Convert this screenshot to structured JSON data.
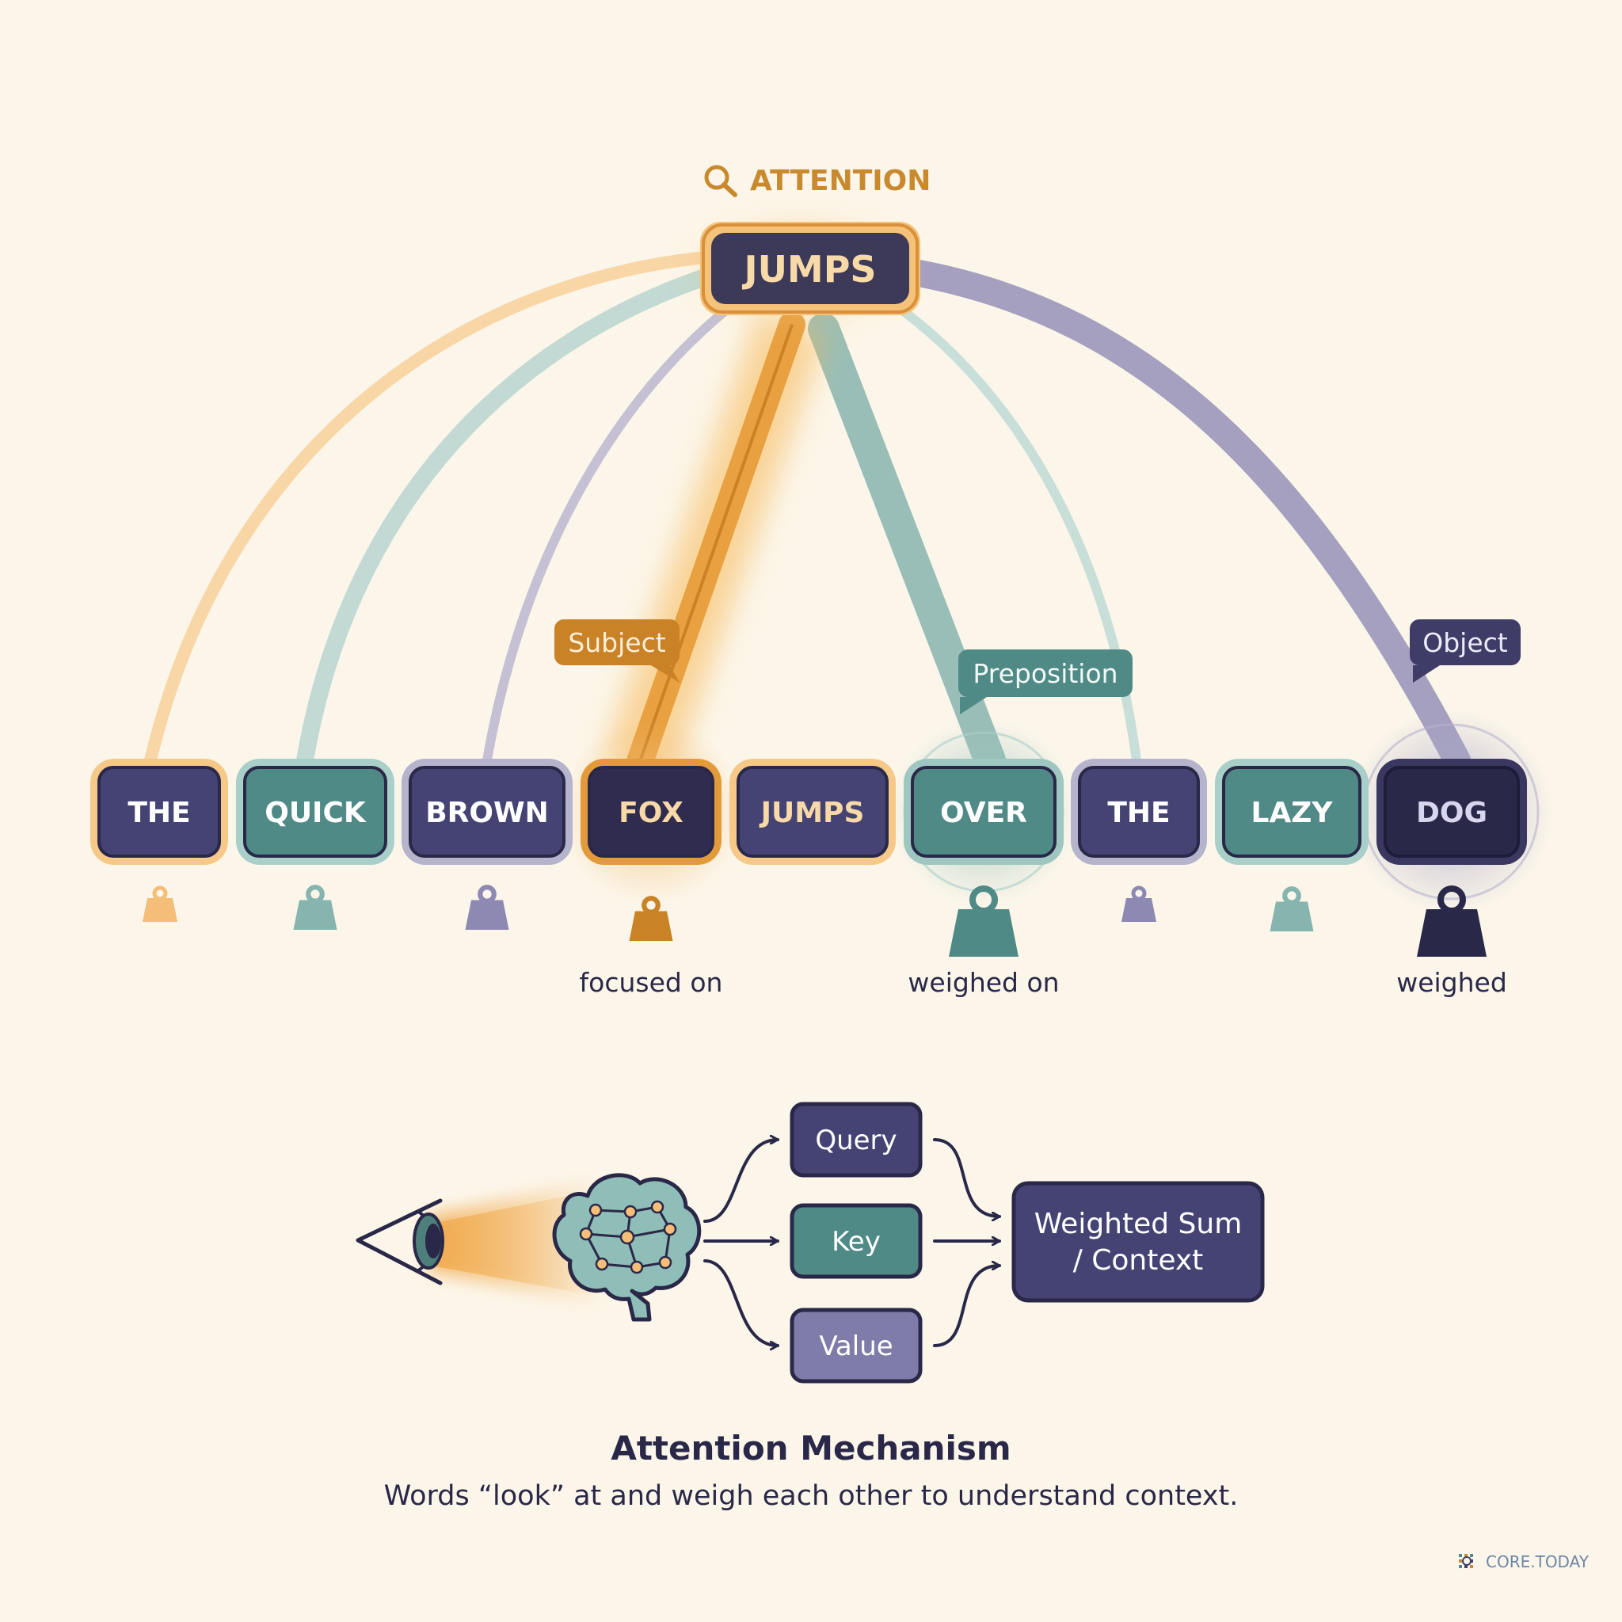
{
  "header": {
    "label": "ATTENTION",
    "query_word": "JUMPS"
  },
  "tokens": [
    {
      "word": "THE",
      "theme": "orange"
    },
    {
      "word": "QUICK",
      "theme": "teal"
    },
    {
      "word": "BROWN",
      "theme": "purple"
    },
    {
      "word": "FOX",
      "theme": "orange-focus"
    },
    {
      "word": "JUMPS",
      "theme": "orange"
    },
    {
      "word": "OVER",
      "theme": "teal-focus"
    },
    {
      "word": "THE",
      "theme": "purple"
    },
    {
      "word": "LAZY",
      "theme": "teal"
    },
    {
      "word": "DOG",
      "theme": "dark-focus"
    }
  ],
  "roles": {
    "subject": "Subject",
    "preposition": "Preposition",
    "object": "Object"
  },
  "weight_labels": {
    "fox": "focused on",
    "over": "weighed on",
    "dog": "weighed"
  },
  "mechanism": {
    "query": "Query",
    "key": "Key",
    "value": "Value",
    "output_line1": "Weighted Sum",
    "output_line2": "/ Context"
  },
  "footer": {
    "title": "Attention Mechanism",
    "subtitle": "Words “look” at and weigh each other to understand context.",
    "logo": "CORE.TODAY"
  },
  "colors": {
    "background": "#fcf6ea",
    "navy": "#3f3d68",
    "dark": "#2a2848",
    "orange": "#c98a2e",
    "orange_light": "#f6c989",
    "teal": "#4f8a86",
    "teal_light": "#a9cfc9",
    "purple": "#6d6a95",
    "purple_light": "#b6b3cd"
  }
}
